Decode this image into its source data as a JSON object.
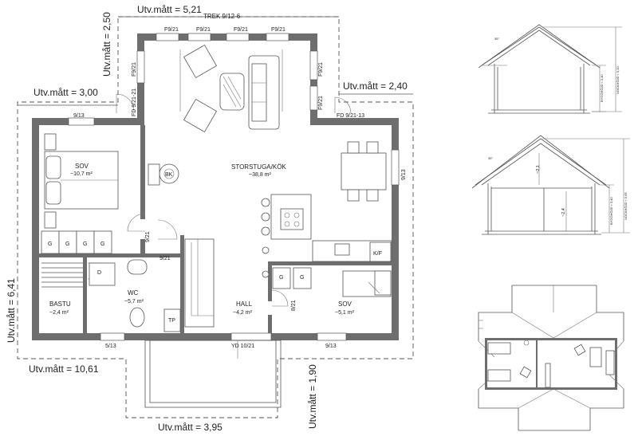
{
  "dimensions": {
    "top_width": "Utv.mått = 5,21",
    "top_left_vertical": "Utv.mått = 2,50",
    "left_top": "Utv.mått = 3,00",
    "right_top": "Utv.mått = 2,40",
    "left_vertical": "Utv.mått = 6,41",
    "bottom_left": "Utv.mått = 10,61",
    "bottom_right_vertical": "Utv.mått = 1,90",
    "bottom_center": "Utv.mått = 3,95"
  },
  "doors": {
    "trek": "TREK 9/12-6",
    "fd_left": "FD 9/21-21",
    "fd_right": "FD 9/21-13",
    "yd": "YD 10/21",
    "sov_door": "9/21",
    "wc_door": "9/21",
    "sov2_door": "8/21"
  },
  "windows": {
    "top": [
      "F9/21",
      "F9/21",
      "F9/21",
      "F9/21"
    ],
    "side_left": "F9/21",
    "side_right_a": "F9/21",
    "side_right_b": "F9/21",
    "sov": "9/13",
    "kitchen": "9/13",
    "bastu": "5/13",
    "sov2": "9/13"
  },
  "rooms": {
    "sov": {
      "name": "SOV",
      "area": "~10,7 m²"
    },
    "living": {
      "name": "STORSTUGA/KÖK",
      "area": "~38,8 m²"
    },
    "wc": {
      "name": "WC",
      "area": "~5,7 m²"
    },
    "bastu": {
      "name": "BASTU",
      "area": "~2,4 m²"
    },
    "hall": {
      "name": "HALL",
      "area": "~4,2 m²"
    },
    "sov2": {
      "name": "SOV",
      "area": "~5,1 m²"
    }
  },
  "labels": {
    "bk": "BK",
    "kf": "K/F",
    "d": "D",
    "tp": "TP",
    "g": "G"
  },
  "section_a": {
    "angle": "35°",
    "nock": "NOCKHÖJD ≈ 5,20",
    "bygg": "BYGGHÖJD ≈ 3,40"
  },
  "section_b": {
    "angle": "35°",
    "upper_height": "~2,1",
    "lower_height": "~2,4",
    "nock": "NOCKHÖJD ≈ 5,65",
    "bygg": "BYGGHÖJD ≈ 3,40"
  }
}
